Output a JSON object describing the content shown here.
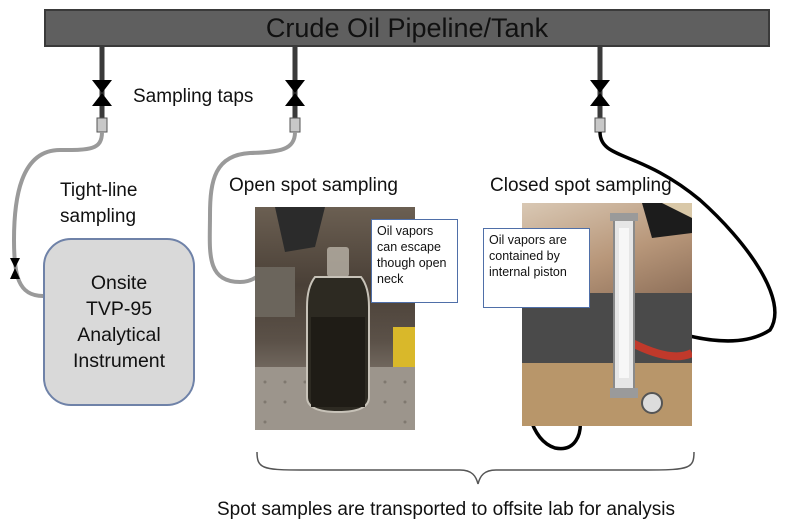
{
  "pipeline": {
    "title": "Crude Oil Pipeline/Tank"
  },
  "labels": {
    "sampling_taps": "Sampling taps",
    "tight_line_1": "Tight-line",
    "tight_line_2": "sampling",
    "open_spot": "Open spot sampling",
    "closed_spot": "Closed spot sampling"
  },
  "instrument": {
    "line1": "Onsite",
    "line2": "TVP-95",
    "line3": "Analytical",
    "line4": "Instrument"
  },
  "callouts": {
    "open": "Oil vapors can escape though open neck",
    "closed": "Oil vapors are contained by internal piston"
  },
  "caption": "Spot samples are transported to offsite lab for analysis",
  "colors": {
    "pipeline_fill": "#5f5f5f",
    "instrument_fill": "#d9d9d9",
    "instrument_border": "#6f82a8",
    "callout_border": "#4f6fa8",
    "hose_gray": "#9a9a9a",
    "hose_black": "#000000"
  }
}
